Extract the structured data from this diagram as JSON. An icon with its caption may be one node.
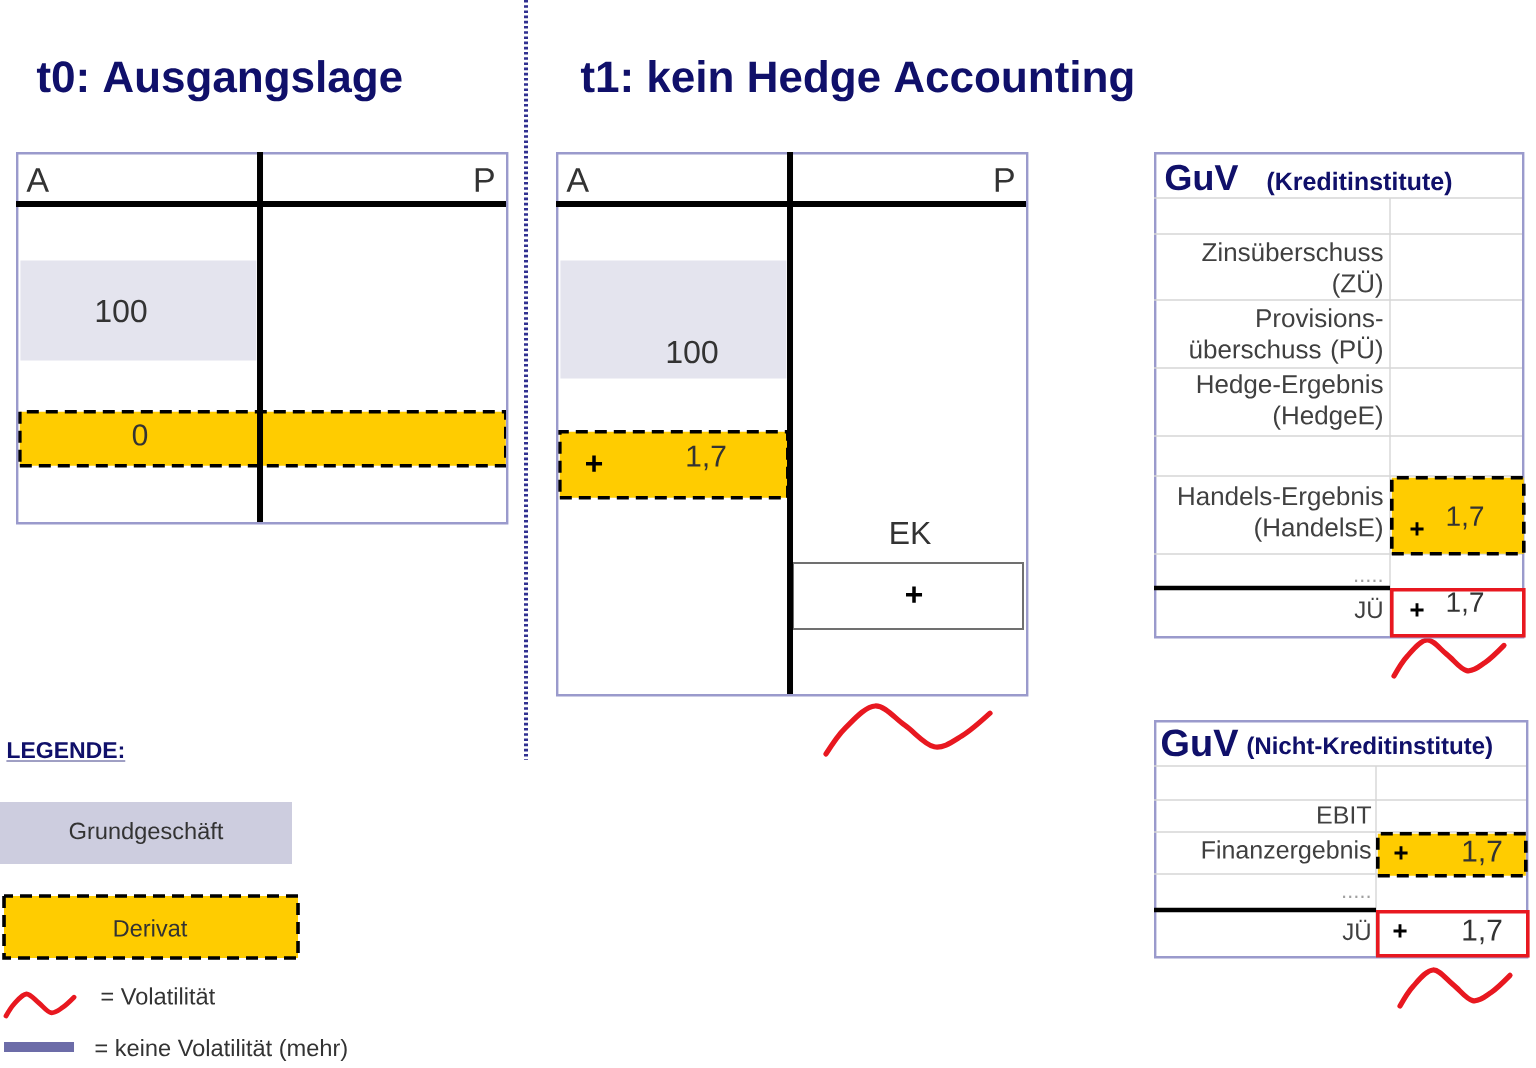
{
  "diagram": {
    "nodes": [
      {
        "text": [
          "A",
          "P"
        ]
      },
      {
        "text": [
          "100"
        ],
        "in": 0
      },
      {
        "text": [
          "0"
        ],
        "in": 0
      },
      {
        "text": [
          "A",
          "P"
        ]
      },
      {
        "text": [
          "100"
        ],
        "in": 3
      },
      {
        "text": [
          "+",
          "1,7"
        ],
        "in": 3
      },
      {
        "text": [
          "EK",
          "+"
        ],
        "in": 3
      },
      {
        "text": [
          "GuV",
          "(Kreditinstitute)"
        ]
      },
      {
        "text": [
          "+",
          "1,7"
        ],
        "in": 7
      },
      {
        "text": [
          "+",
          "1,7"
        ],
        "in": 7
      },
      {
        "text": [
          "GuV",
          "(Nicht-Kreditinstitute)"
        ]
      },
      {
        "text": [
          "+",
          "1,7"
        ],
        "in": 10
      },
      {
        "text": [
          "+",
          "1,7"
        ],
        "in": 10
      }
    ],
    "labels": [
      "t0: Ausgangslage",
      "t1: kein Hedge Accounting",
      "Zinsüberschuss (ZÜ)",
      "Provisions- überschuss (PÜ)",
      "Hedge-Ergebnis (HedgeE)",
      "Handels-Ergebnis (HandelsE)",
      ".....",
      "JÜ",
      "LEGENDE:",
      "EBIT",
      "Finanzergebnis",
      ".....",
      "JÜ"
    ],
    "legend": [
      {
        "text": "Grundgeschäft",
        "color": "#cdcddf"
      },
      {
        "text": "Derivat",
        "color": "#ffcc00"
      },
      {
        "text": "= Volatilität"
      },
      {
        "text": "= keine Volatilität (mehr)"
      }
    ]
  }
}
